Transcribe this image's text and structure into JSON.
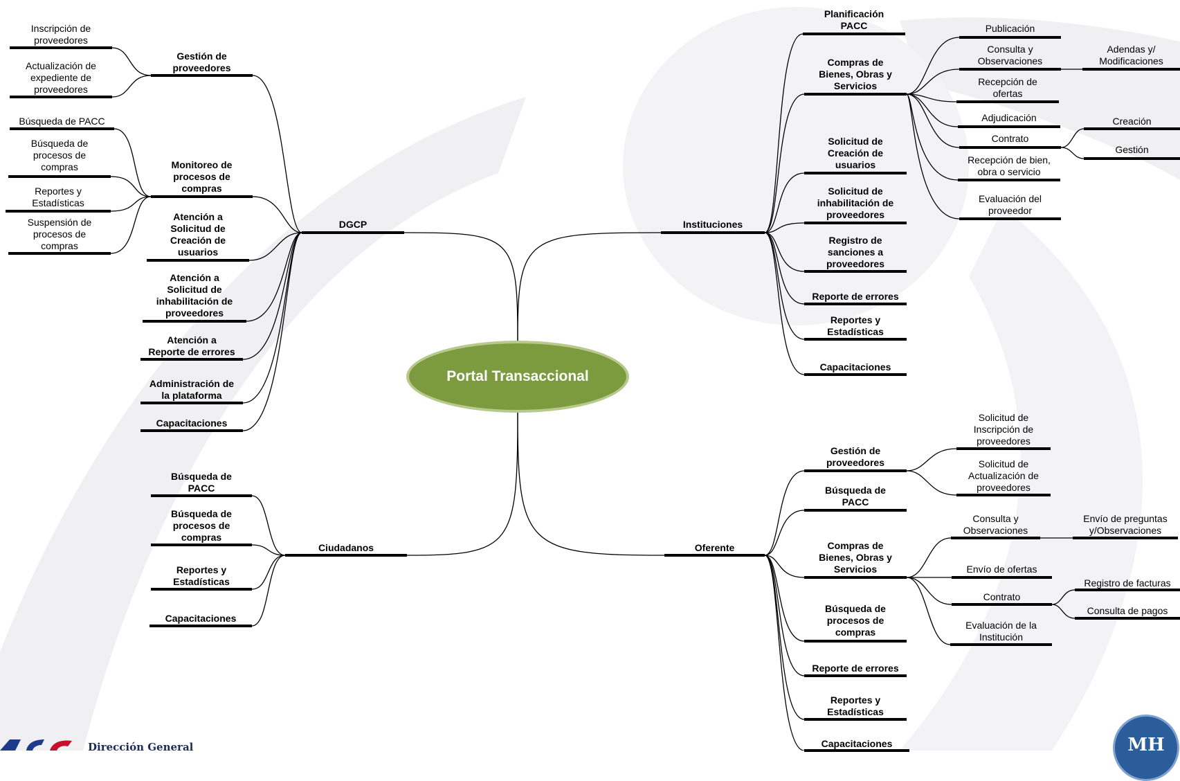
{
  "center": {
    "label": "Portal Transaccional",
    "color": "#7c9a3e"
  },
  "branches": {
    "dgcp": {
      "label": "DGCP",
      "children": {
        "gestion": {
          "label": "Gestión de\nproveedores",
          "children": [
            "Inscripción de\nproveedores",
            "Actualización de\nexpediente de\nproveedores"
          ]
        },
        "monitoreo": {
          "label": "Monitoreo de\nprocesos de\ncompras",
          "children": [
            "Búsqueda de PACC",
            "Búsqueda de\nprocesos de\ncompras",
            "Reportes y\nEstadísticas",
            "Suspensión de\nprocesos de\ncompras"
          ]
        },
        "atencion_creacion": "Atención a\nSolicitud de\nCreación de\nusuarios",
        "atencion_inhab": "Atención a\nSolicitud de\ninhabilitación de\nproveedores",
        "atencion_errores": "Atención a\nReporte de errores",
        "administracion": "Administración de\nla plataforma",
        "capacitaciones": "Capacitaciones"
      }
    },
    "ciudadanos": {
      "label": "Ciudadanos",
      "children": [
        "Búsqueda de\nPACC",
        "Búsqueda de\nprocesos de\ncompras",
        "Reportes y\nEstadísticas",
        "Capacitaciones"
      ]
    },
    "instituciones": {
      "label": "Instituciones",
      "children": {
        "planificacion": "Planificación\nPACC",
        "compras": {
          "label": "Compras de\nBienes, Obras y\nServicios",
          "children": {
            "publicacion": "Publicación",
            "consulta": {
              "label": "Consulta y\nObservaciones",
              "child": "Adendas y/\nModificaciones"
            },
            "recepcion_ofertas": "Recepción de\nofertas",
            "adjudicacion": "Adjudicación",
            "contrato": {
              "label": "Contrato",
              "children": [
                "Creación",
                "Gestión"
              ]
            },
            "recepcion_bien": "Recepción de bien,\nobra o servicio",
            "evaluacion": "Evaluación del\nproveedor"
          }
        },
        "solicitud_creacion": "Solicitud de\nCreación de\nusuarios",
        "solicitud_inhab": "Solicitud de\ninhabilitación de\nproveedores",
        "registro_sanciones": "Registro de\nsanciones a\nproveedores",
        "reporte_errores": "Reporte de errores",
        "reportes": "Reportes y\nEstadísticas",
        "capacitaciones": "Capacitaciones"
      }
    },
    "oferente": {
      "label": "Oferente",
      "children": {
        "gestion": {
          "label": "Gestión de\nproveedores",
          "children": [
            "Solicitud de\nInscripción de\nproveedores",
            "Solicitud de\nActualización de\nproveedores"
          ]
        },
        "busqueda_pacc": "Búsqueda de\nPACC",
        "compras": {
          "label": "Compras de\nBienes, Obras y\nServicios",
          "children": {
            "consulta": {
              "label": "Consulta y\nObservaciones",
              "child": "Envío de preguntas\ny/Observaciones"
            },
            "envio_ofertas": "Envío de ofertas",
            "contrato": {
              "label": "Contrato",
              "children": [
                "Registro de facturas",
                "Consulta de pagos"
              ]
            },
            "evaluacion": "Evaluación de la\nInstitución"
          }
        },
        "busqueda_procesos": "Búsqueda de\nprocesos de\ncompras",
        "reporte_errores": "Reporte de errores",
        "reportes": "Reportes y\nEstadísticas",
        "capacitaciones": "Capacitaciones"
      }
    }
  },
  "footer": {
    "text": "Dirección General",
    "seal_text": "MH"
  }
}
